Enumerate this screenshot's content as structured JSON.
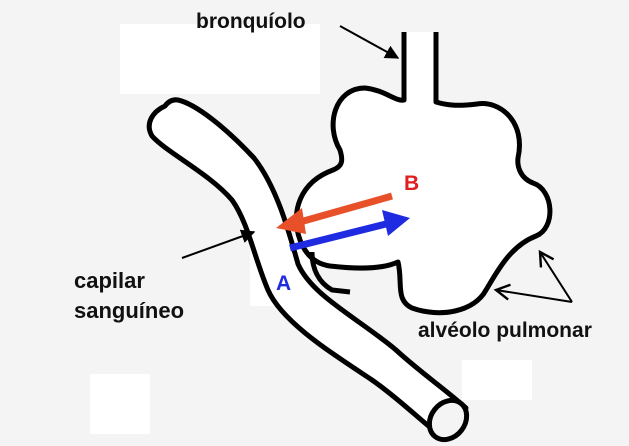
{
  "labels": {
    "bronchiole": "bronquíolo",
    "capillary_line1": "capilar",
    "capillary_line2": "sanguíneo",
    "alveolus": "alvéolo pulmonar",
    "marker_a": "A",
    "marker_b": "B"
  },
  "colors": {
    "marker_a": "#1f2be0",
    "marker_b": "#e02020",
    "arrow_a": "#1f2be0",
    "arrow_b": "#e8502a",
    "outline": "#000000",
    "background": "#f4f4f4"
  }
}
